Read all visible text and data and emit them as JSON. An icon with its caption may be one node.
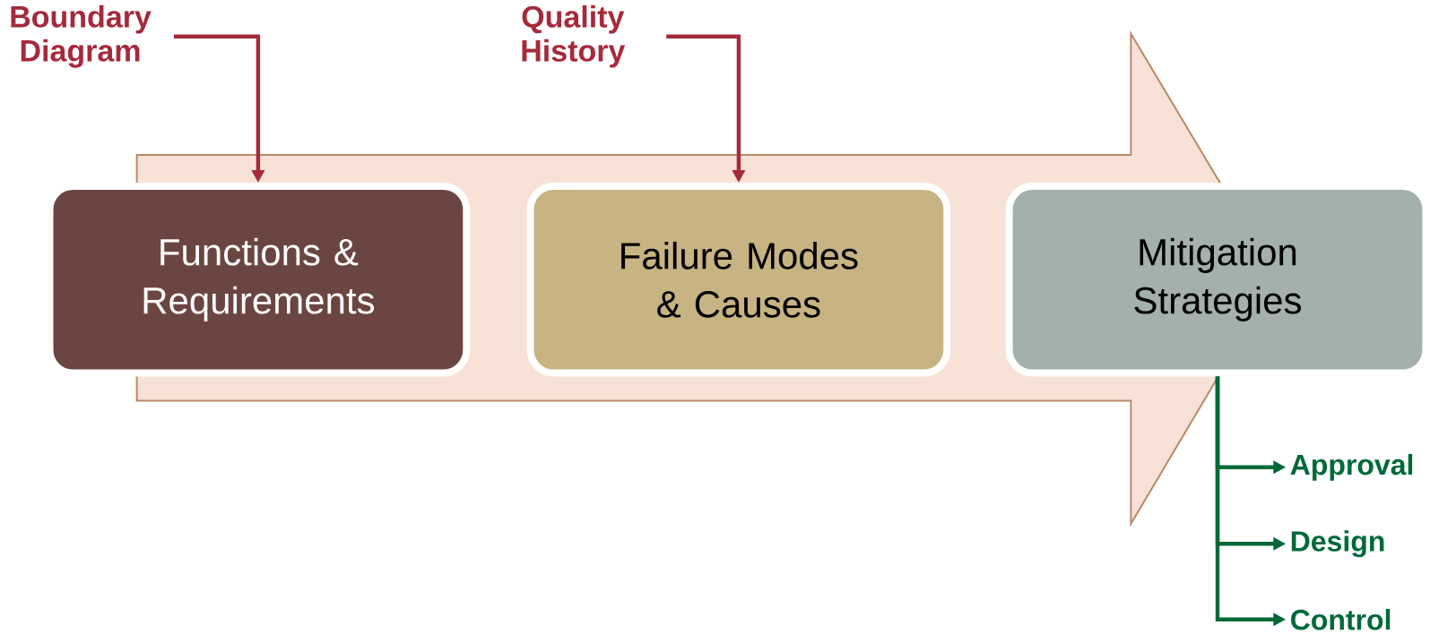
{
  "diagram": {
    "nodes": [
      {
        "text": [
          "Boundary Diagram"
        ]
      },
      {
        "text": [
          "Quality History"
        ]
      },
      {
        "text": [
          "Functions & Requirements"
        ]
      },
      {
        "text": [
          "Failure Modes & Causes"
        ]
      },
      {
        "text": [
          "Mitigation Strategies"
        ]
      },
      {
        "text": [
          "Approval"
        ]
      },
      {
        "text": [
          "Design"
        ]
      },
      {
        "text": [
          "Control"
        ]
      }
    ],
    "edges": [
      {
        "from": 0,
        "to": 2,
        "arrow": "to",
        "color": "#a52a3c"
      },
      {
        "from": 1,
        "to": 3,
        "arrow": "to",
        "color": "#a52a3c"
      },
      {
        "from": 4,
        "to": 5,
        "arrow": "to"
      },
      {
        "from": 4,
        "to": 6,
        "arrow": "to"
      },
      {
        "from": 4,
        "to": 7,
        "arrow": "to"
      }
    ]
  }
}
